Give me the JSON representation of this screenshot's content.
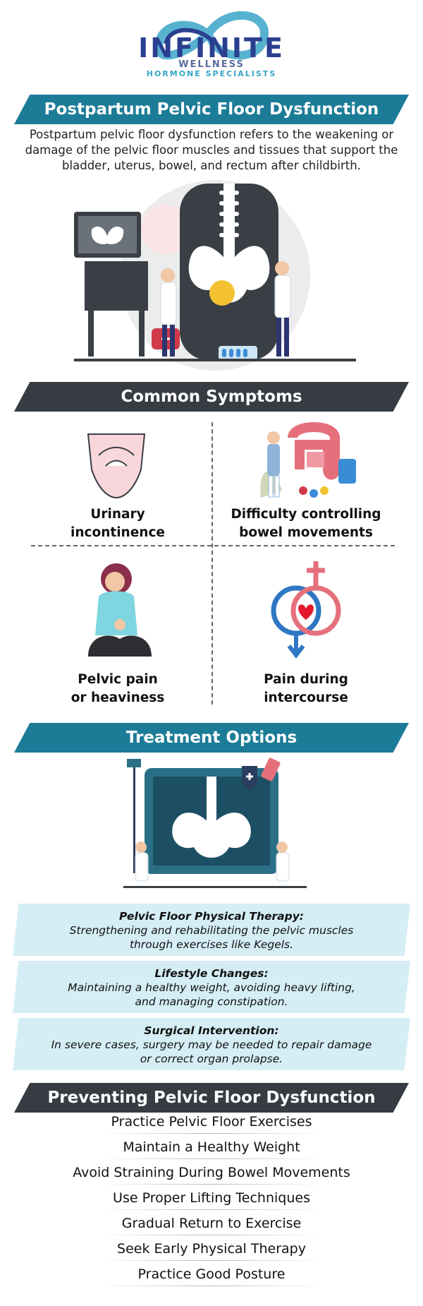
{
  "logo": {
    "brand": "INFINITE",
    "line1": "WELLNESS",
    "line2": "HORMONE SPECIALISTS",
    "colors": {
      "navy": "#2a3f8f",
      "teal": "#3aa5c8"
    }
  },
  "header": {
    "title": "Postpartum Pelvic Floor Dysfunction",
    "intro": "Postpartum pelvic floor dysfunction refers to the weakening or damage of the pelvic floor muscles and tissues that support the bladder, uterus, bowel, and rectum after childbirth."
  },
  "symptoms": {
    "title": "Common Symptoms",
    "items": [
      {
        "line1": "Urinary",
        "line2": "incontinence"
      },
      {
        "line1": "Difficulty controlling",
        "line2": "bowel movements"
      },
      {
        "line1": "Pelvic pain",
        "line2": "or heaviness"
      },
      {
        "line1": "Pain during",
        "line2": "intercourse"
      }
    ]
  },
  "treatment": {
    "title": "Treatment Options",
    "items": [
      {
        "title": "Pelvic Floor Physical Therapy:",
        "line1": "Strengthening and rehabilitating the pelvic muscles",
        "line2": "through exercises like Kegels."
      },
      {
        "title": "Lifestyle Changes:",
        "line1": "Maintaining a healthy weight, avoiding heavy lifting,",
        "line2": "and managing constipation."
      },
      {
        "title": "Surgical Intervention:",
        "line1": "In severe cases, surgery may be needed to repair damage",
        "line2": "or correct organ prolapse."
      }
    ]
  },
  "prevention": {
    "title": "Preventing Pelvic Floor Dysfunction",
    "items": [
      "Practice Pelvic Floor Exercises",
      "Maintain a Healthy Weight",
      "Avoid Straining During Bowel Movements",
      "Use Proper Lifting Techniques",
      "Gradual Return to Exercise",
      "Seek Early Physical Therapy",
      "Practice Good Posture"
    ]
  },
  "colors": {
    "teal_banner": "#1c7c97",
    "dark_banner": "#363c42",
    "box_bg": "#d5eef5"
  }
}
